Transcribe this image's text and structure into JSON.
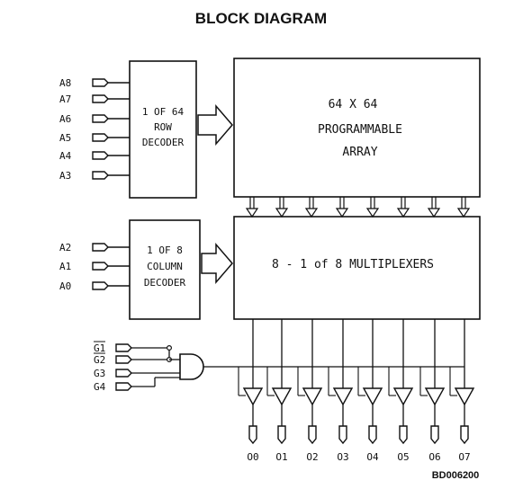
{
  "title": "BLOCK DIAGRAM",
  "row_decoder": {
    "inputs": [
      "A8",
      "A7",
      "A6",
      "A5",
      "A4",
      "A3"
    ],
    "line1": "1 OF 64",
    "line2": "ROW",
    "line3": "DECODER"
  },
  "array": {
    "line1": "64 X 64",
    "line2": "PROGRAMMABLE",
    "line3": "ARRAY"
  },
  "column_decoder": {
    "inputs": [
      "A2",
      "A1",
      "A0"
    ],
    "line1": "1 OF 8",
    "line2": "COLUMN",
    "line3": "DECODER"
  },
  "multiplexers": {
    "label": "8 - 1 of 8 MULTIPLEXERS"
  },
  "enables": [
    "G1",
    "G2",
    "G3",
    "G4"
  ],
  "outputs": [
    "O0",
    "O1",
    "O2",
    "O3",
    "O4",
    "O5",
    "O6",
    "O7"
  ],
  "reference": "BD006200"
}
